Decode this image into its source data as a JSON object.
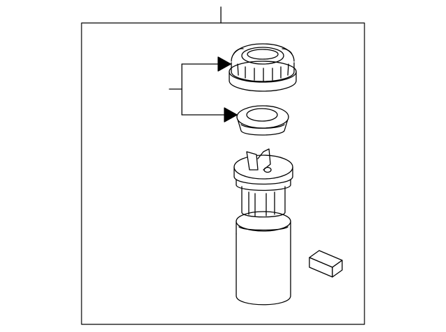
{
  "diagram": {
    "type": "exploded-parts-illustration",
    "stroke_color": "#000000",
    "background_color": "#ffffff",
    "parts": [
      {
        "name": "ring-cap",
        "kind": "ribbed-nut"
      },
      {
        "name": "grommet",
        "kind": "seal"
      },
      {
        "name": "fuel-pump-module",
        "kind": "cylindrical-assembly"
      },
      {
        "name": "small-block",
        "kind": "pad"
      }
    ],
    "callouts": [
      {
        "target": "ring-cap",
        "arrow": "filled"
      },
      {
        "target": "grommet",
        "arrow": "filled"
      }
    ]
  }
}
